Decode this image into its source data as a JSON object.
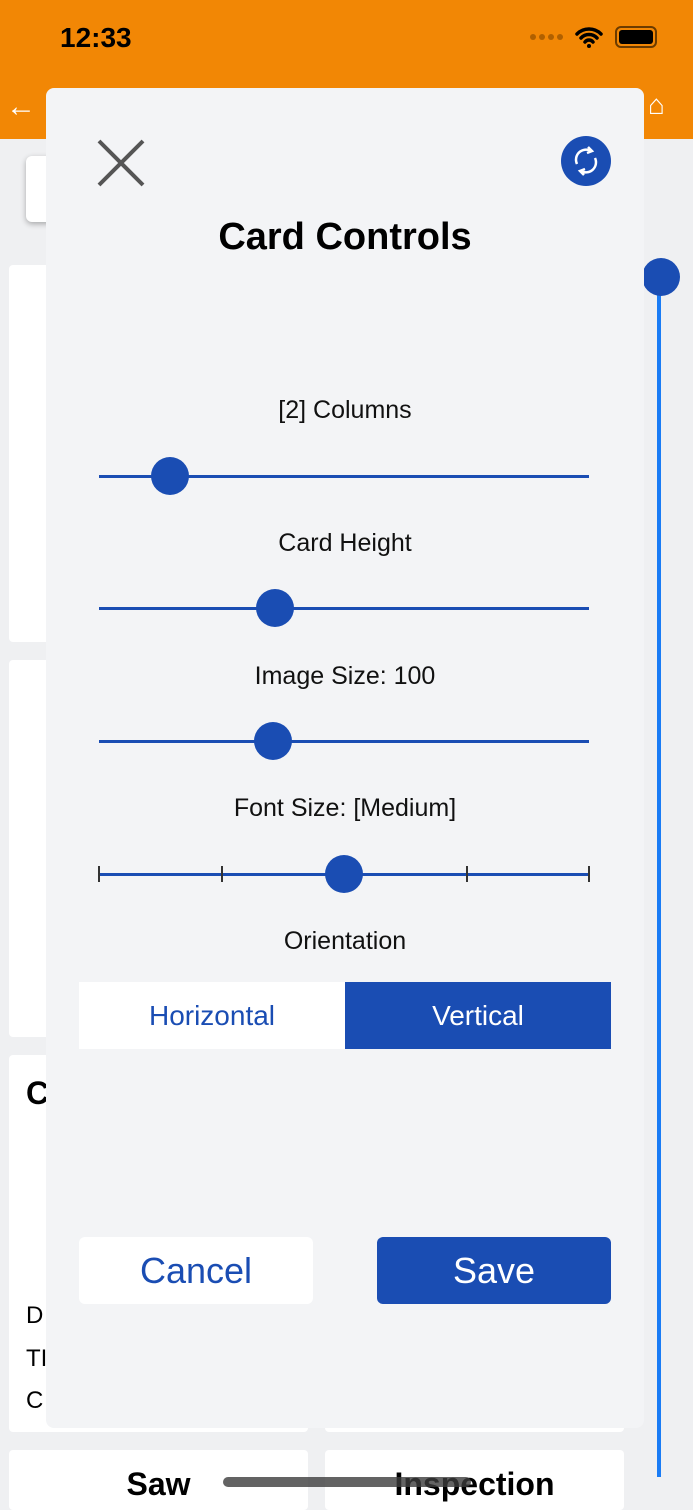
{
  "status_bar": {
    "time": "12:33"
  },
  "colors": {
    "header": "#f28705",
    "accent": "#1a4db3",
    "scrollbar": "#1a7cf5"
  },
  "background_cards": {
    "partial_letters": [
      "C",
      "D",
      "TI",
      "C"
    ],
    "bottom_labels": [
      "Saw",
      "Inspection"
    ]
  },
  "modal": {
    "title": "Card Controls",
    "close_icon": "close-icon",
    "reset_icon": "refresh-icon",
    "sliders": [
      {
        "label": "[2] Columns",
        "value_fraction": 0.145
      },
      {
        "label": "Card Height",
        "value_fraction": 0.36
      },
      {
        "label": "Image Size: 100",
        "value_fraction": 0.355
      },
      {
        "label": "Font Size: [Medium]",
        "steps": 5,
        "selected_index": 2
      }
    ],
    "orientation": {
      "label": "Orientation",
      "options": [
        "Horizontal",
        "Vertical"
      ],
      "selected": "Vertical"
    },
    "cancel_label": "Cancel",
    "save_label": "Save"
  }
}
